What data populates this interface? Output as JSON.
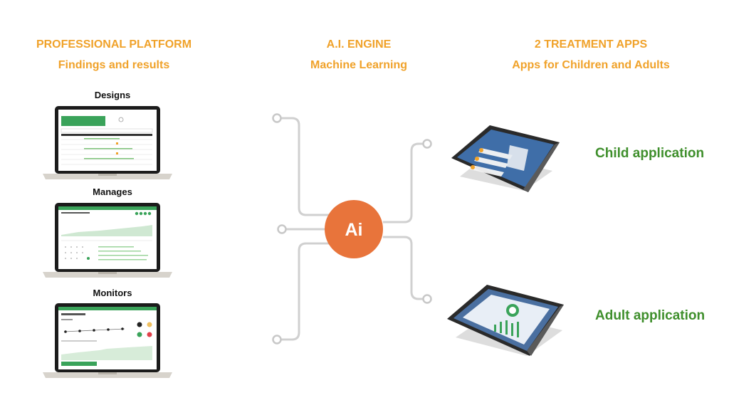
{
  "columns": {
    "platform": {
      "title": "PROFESSIONAL PLATFORM",
      "subtitle": "Findings and  results"
    },
    "engine": {
      "title": "A.I. ENGINE",
      "subtitle": "Machine Learning"
    },
    "apps": {
      "title": "2 TREATMENT APPS",
      "subtitle": "Apps for Children and Adults"
    }
  },
  "laptops": [
    {
      "label": "Designs"
    },
    {
      "label": "Manages"
    },
    {
      "label": "Monitors"
    }
  ],
  "ai_node": {
    "label": "Ai"
  },
  "apps": [
    {
      "label": "Child application"
    },
    {
      "label": "Adult application"
    }
  ],
  "colors": {
    "header": "#f0a22a",
    "ai_node": "#e8743b",
    "app_label": "#3f8f2c",
    "connector": "#d0d0d0",
    "screen_green": "#3aa35a"
  }
}
